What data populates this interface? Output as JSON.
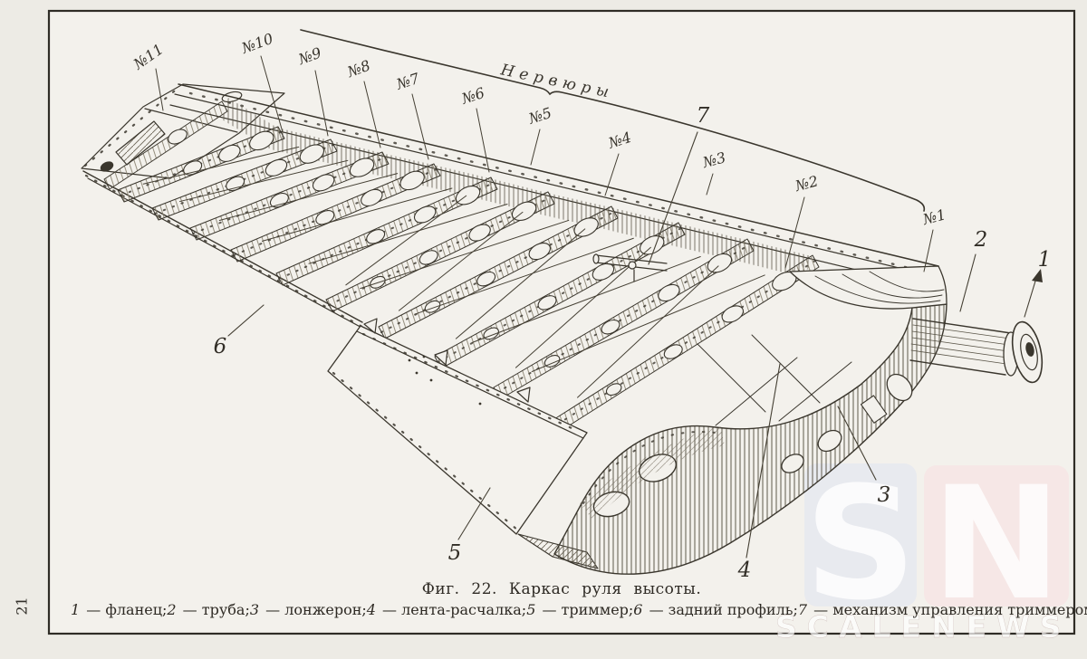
{
  "figure": {
    "caption": "Фиг. 22. Каркас руля высоты.",
    "page_number": "21",
    "group_label": "Нервюры",
    "rib_labels": [
      "№11",
      "№10",
      "№9",
      "№8",
      "№7",
      "№6",
      "№5",
      "№4",
      "№3",
      "№2",
      "№1"
    ],
    "callouts": [
      "1",
      "2",
      "3",
      "4",
      "5",
      "6",
      "7"
    ],
    "legend": {
      "dash": "—",
      "separator": "; ",
      "terminator": ".",
      "items": [
        {
          "num": "1",
          "label": "фланец"
        },
        {
          "num": "2",
          "label": "труба"
        },
        {
          "num": "3",
          "label": "лонжерон"
        },
        {
          "num": "4",
          "label": "лента-расчалка"
        },
        {
          "num": "5",
          "label": "триммер"
        },
        {
          "num": "6",
          "label": "задний профиль"
        },
        {
          "num": "7",
          "label": "механизм управления триммером"
        }
      ]
    },
    "watermark": {
      "letter1": "S",
      "letter2": "N",
      "text": "SCALENEWS",
      "tile1_color": "#e8eaef",
      "tile2_color": "#f6e7e6"
    },
    "ink_color": "#3a362d",
    "paper_color": "#f3f1ec"
  }
}
